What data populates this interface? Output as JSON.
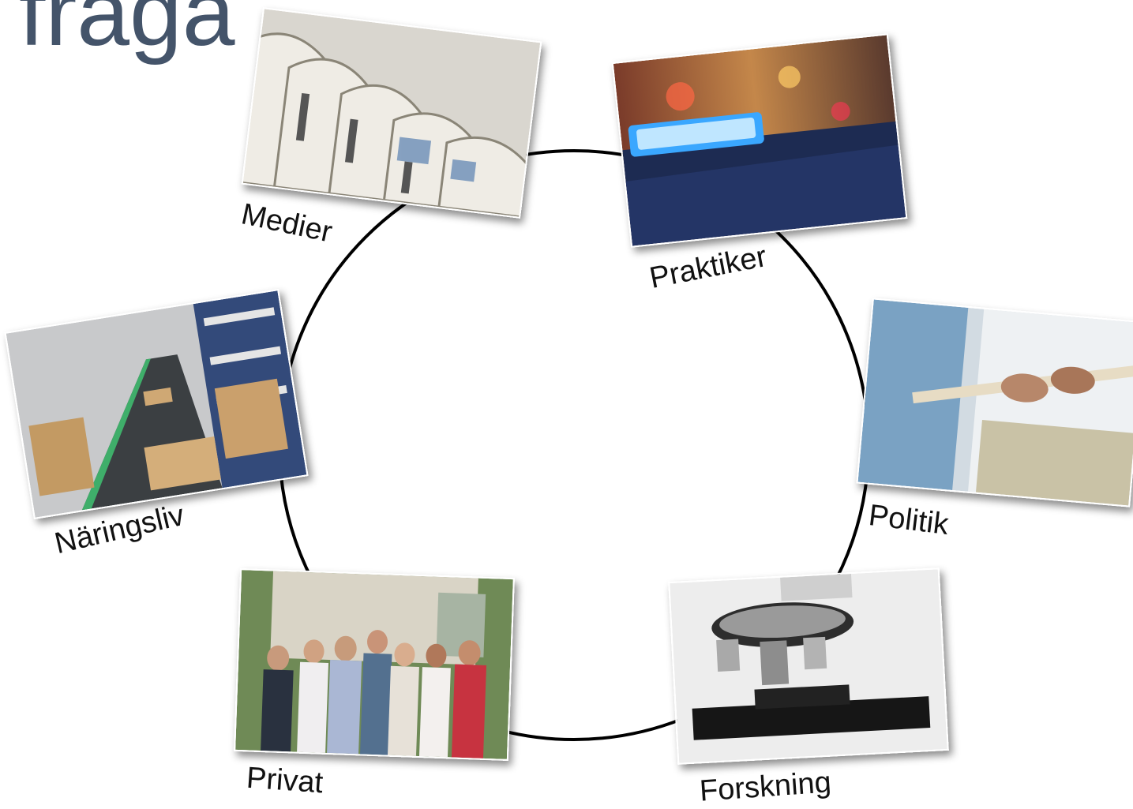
{
  "title": "fråga",
  "nodes": [
    {
      "id": "medier",
      "label": "Medier",
      "icon": "newspapers-photo"
    },
    {
      "id": "praktiker",
      "label": "Praktiker",
      "icon": "police-car-photo"
    },
    {
      "id": "politik",
      "label": "Politik",
      "icon": "tug-of-war-photo"
    },
    {
      "id": "forskning",
      "label": "Forskning",
      "icon": "microscope-photo"
    },
    {
      "id": "privat",
      "label": "Privat",
      "icon": "group-of-people-photo"
    },
    {
      "id": "naringsliv",
      "label": "Näringsliv",
      "icon": "warehouse-conveyor-photo"
    }
  ]
}
